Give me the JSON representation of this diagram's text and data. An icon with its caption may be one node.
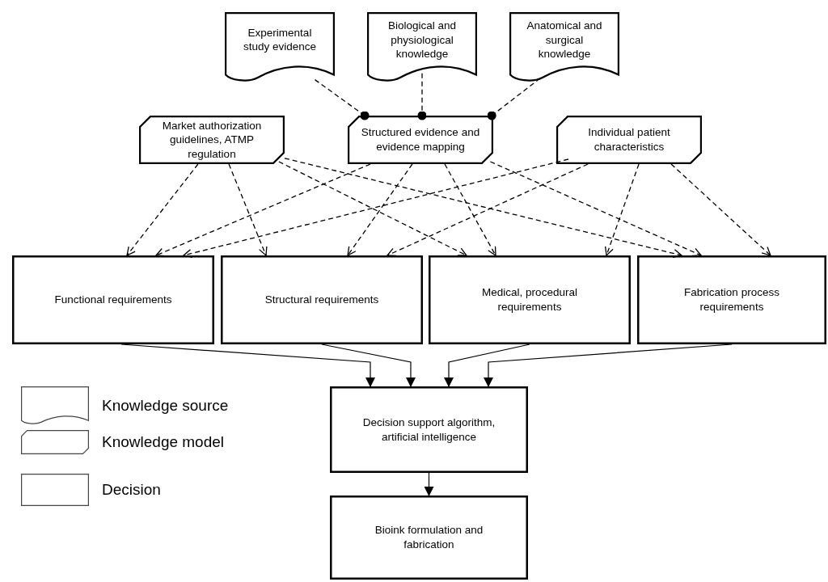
{
  "diagram": {
    "nodes": [
      {
        "text": [
          "Experimental study evidence"
        ]
      },
      {
        "text": [
          "Biological and physiological knowledge"
        ]
      },
      {
        "text": [
          "Anatomical and surgical knowledge"
        ]
      },
      {
        "text": [
          "Market authorization guidelines, ATMP regulation"
        ]
      },
      {
        "text": [
          "Structured evidence and evidence mapping"
        ]
      },
      {
        "text": [
          "Individual patient characteristics"
        ]
      },
      {
        "text": [
          "Functional requirements"
        ]
      },
      {
        "text": [
          "Structural requirements"
        ]
      },
      {
        "text": [
          "Medical, procedural requirements"
        ]
      },
      {
        "text": [
          "Fabrication process requirements"
        ]
      },
      {
        "text": [
          "Decision support algorithm, artificial intelligence"
        ]
      },
      {
        "text": [
          "Bioink formulation and fabrication"
        ]
      }
    ],
    "edges": [
      {
        "from": 0,
        "to": 4,
        "arrow": "other",
        "style": "dashed"
      },
      {
        "from": 1,
        "to": 4,
        "arrow": "other",
        "style": "dashed"
      },
      {
        "from": 2,
        "to": 4,
        "arrow": "other",
        "style": "dashed"
      },
      {
        "from": 3,
        "to": 6,
        "arrow": "to",
        "style": "dashed"
      },
      {
        "from": 3,
        "to": 7,
        "arrow": "to",
        "style": "dashed"
      },
      {
        "from": 3,
        "to": 8,
        "arrow": "to",
        "style": "dashed"
      },
      {
        "from": 3,
        "to": 9,
        "arrow": "to",
        "style": "dashed"
      },
      {
        "from": 4,
        "to": 6,
        "arrow": "to",
        "style": "dashed"
      },
      {
        "from": 4,
        "to": 7,
        "arrow": "to",
        "style": "dashed"
      },
      {
        "from": 4,
        "to": 8,
        "arrow": "to",
        "style": "dashed"
      },
      {
        "from": 4,
        "to": 9,
        "arrow": "to",
        "style": "dashed"
      },
      {
        "from": 5,
        "to": 6,
        "arrow": "to",
        "style": "dashed"
      },
      {
        "from": 5,
        "to": 7,
        "arrow": "to",
        "style": "dashed"
      },
      {
        "from": 5,
        "to": 8,
        "arrow": "to",
        "style": "dashed"
      },
      {
        "from": 5,
        "to": 9,
        "arrow": "to",
        "style": "dashed"
      },
      {
        "from": 6,
        "to": 10,
        "arrow": "to"
      },
      {
        "from": 7,
        "to": 10,
        "arrow": "to"
      },
      {
        "from": 8,
        "to": 10,
        "arrow": "to"
      },
      {
        "from": 9,
        "to": 10,
        "arrow": "to"
      },
      {
        "from": 10,
        "to": 11,
        "arrow": "to"
      }
    ],
    "legend": [
      {
        "text": "Knowledge source"
      },
      {
        "text": "Knowledge model"
      },
      {
        "text": "Decision"
      }
    ]
  }
}
